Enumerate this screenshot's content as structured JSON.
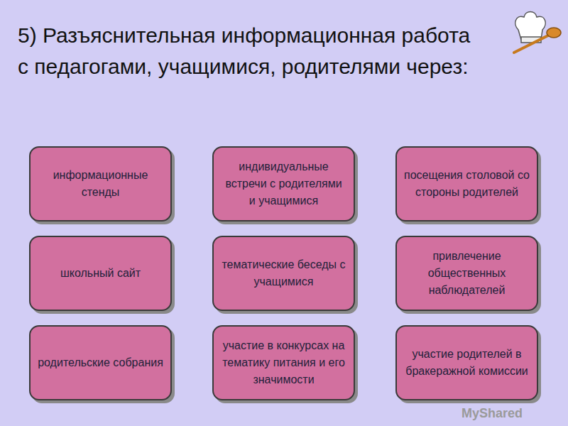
{
  "diagram": {
    "title": "5) Разъяснительная информационная работа с педагогами, учащимися, родителями через:",
    "nodes": [
      {
        "text": [
          "информационные стенды"
        ]
      },
      {
        "text": [
          "индивидуальные встречи с родителями и учащимися"
        ]
      },
      {
        "text": [
          "посещения столовой со стороны родителей"
        ]
      },
      {
        "text": [
          "школьный сайт"
        ]
      },
      {
        "text": [
          "тематические беседы с учащимися"
        ]
      },
      {
        "text": [
          "привлечение общественных наблюдателей"
        ]
      },
      {
        "text": [
          "родительские собрания"
        ]
      },
      {
        "text": [
          "участие в конкурсах на тематику питания и его значимости"
        ]
      },
      {
        "text": [
          "участие родителей в бракеражной комиссии"
        ]
      }
    ],
    "labels": [
      "MyShared"
    ]
  }
}
